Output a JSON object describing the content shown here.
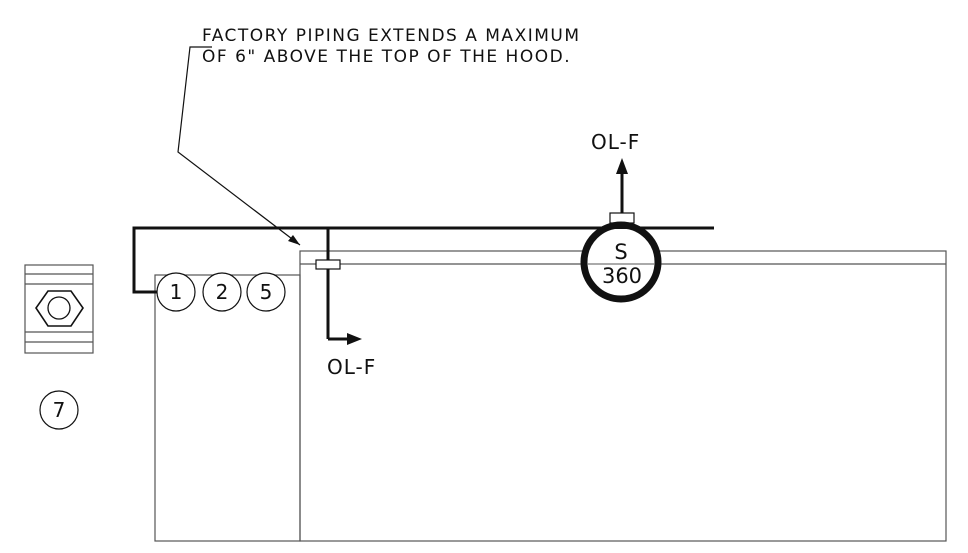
{
  "note": {
    "line1": "FACTORY PIPING EXTENDS A MAXIMUM",
    "line2": "OF 6\" ABOVE THE TOP OF THE HOOD."
  },
  "tags": {
    "top_outlet": "OL-F",
    "drop_outlet": "OL-F"
  },
  "callouts": {
    "a": "1",
    "b": "2",
    "c": "5",
    "d": "7"
  },
  "sprinkler": {
    "symbol": "S",
    "rating": "360"
  },
  "colors": {
    "line": "#111111",
    "thin": "#444444",
    "background": "#ffffff"
  }
}
